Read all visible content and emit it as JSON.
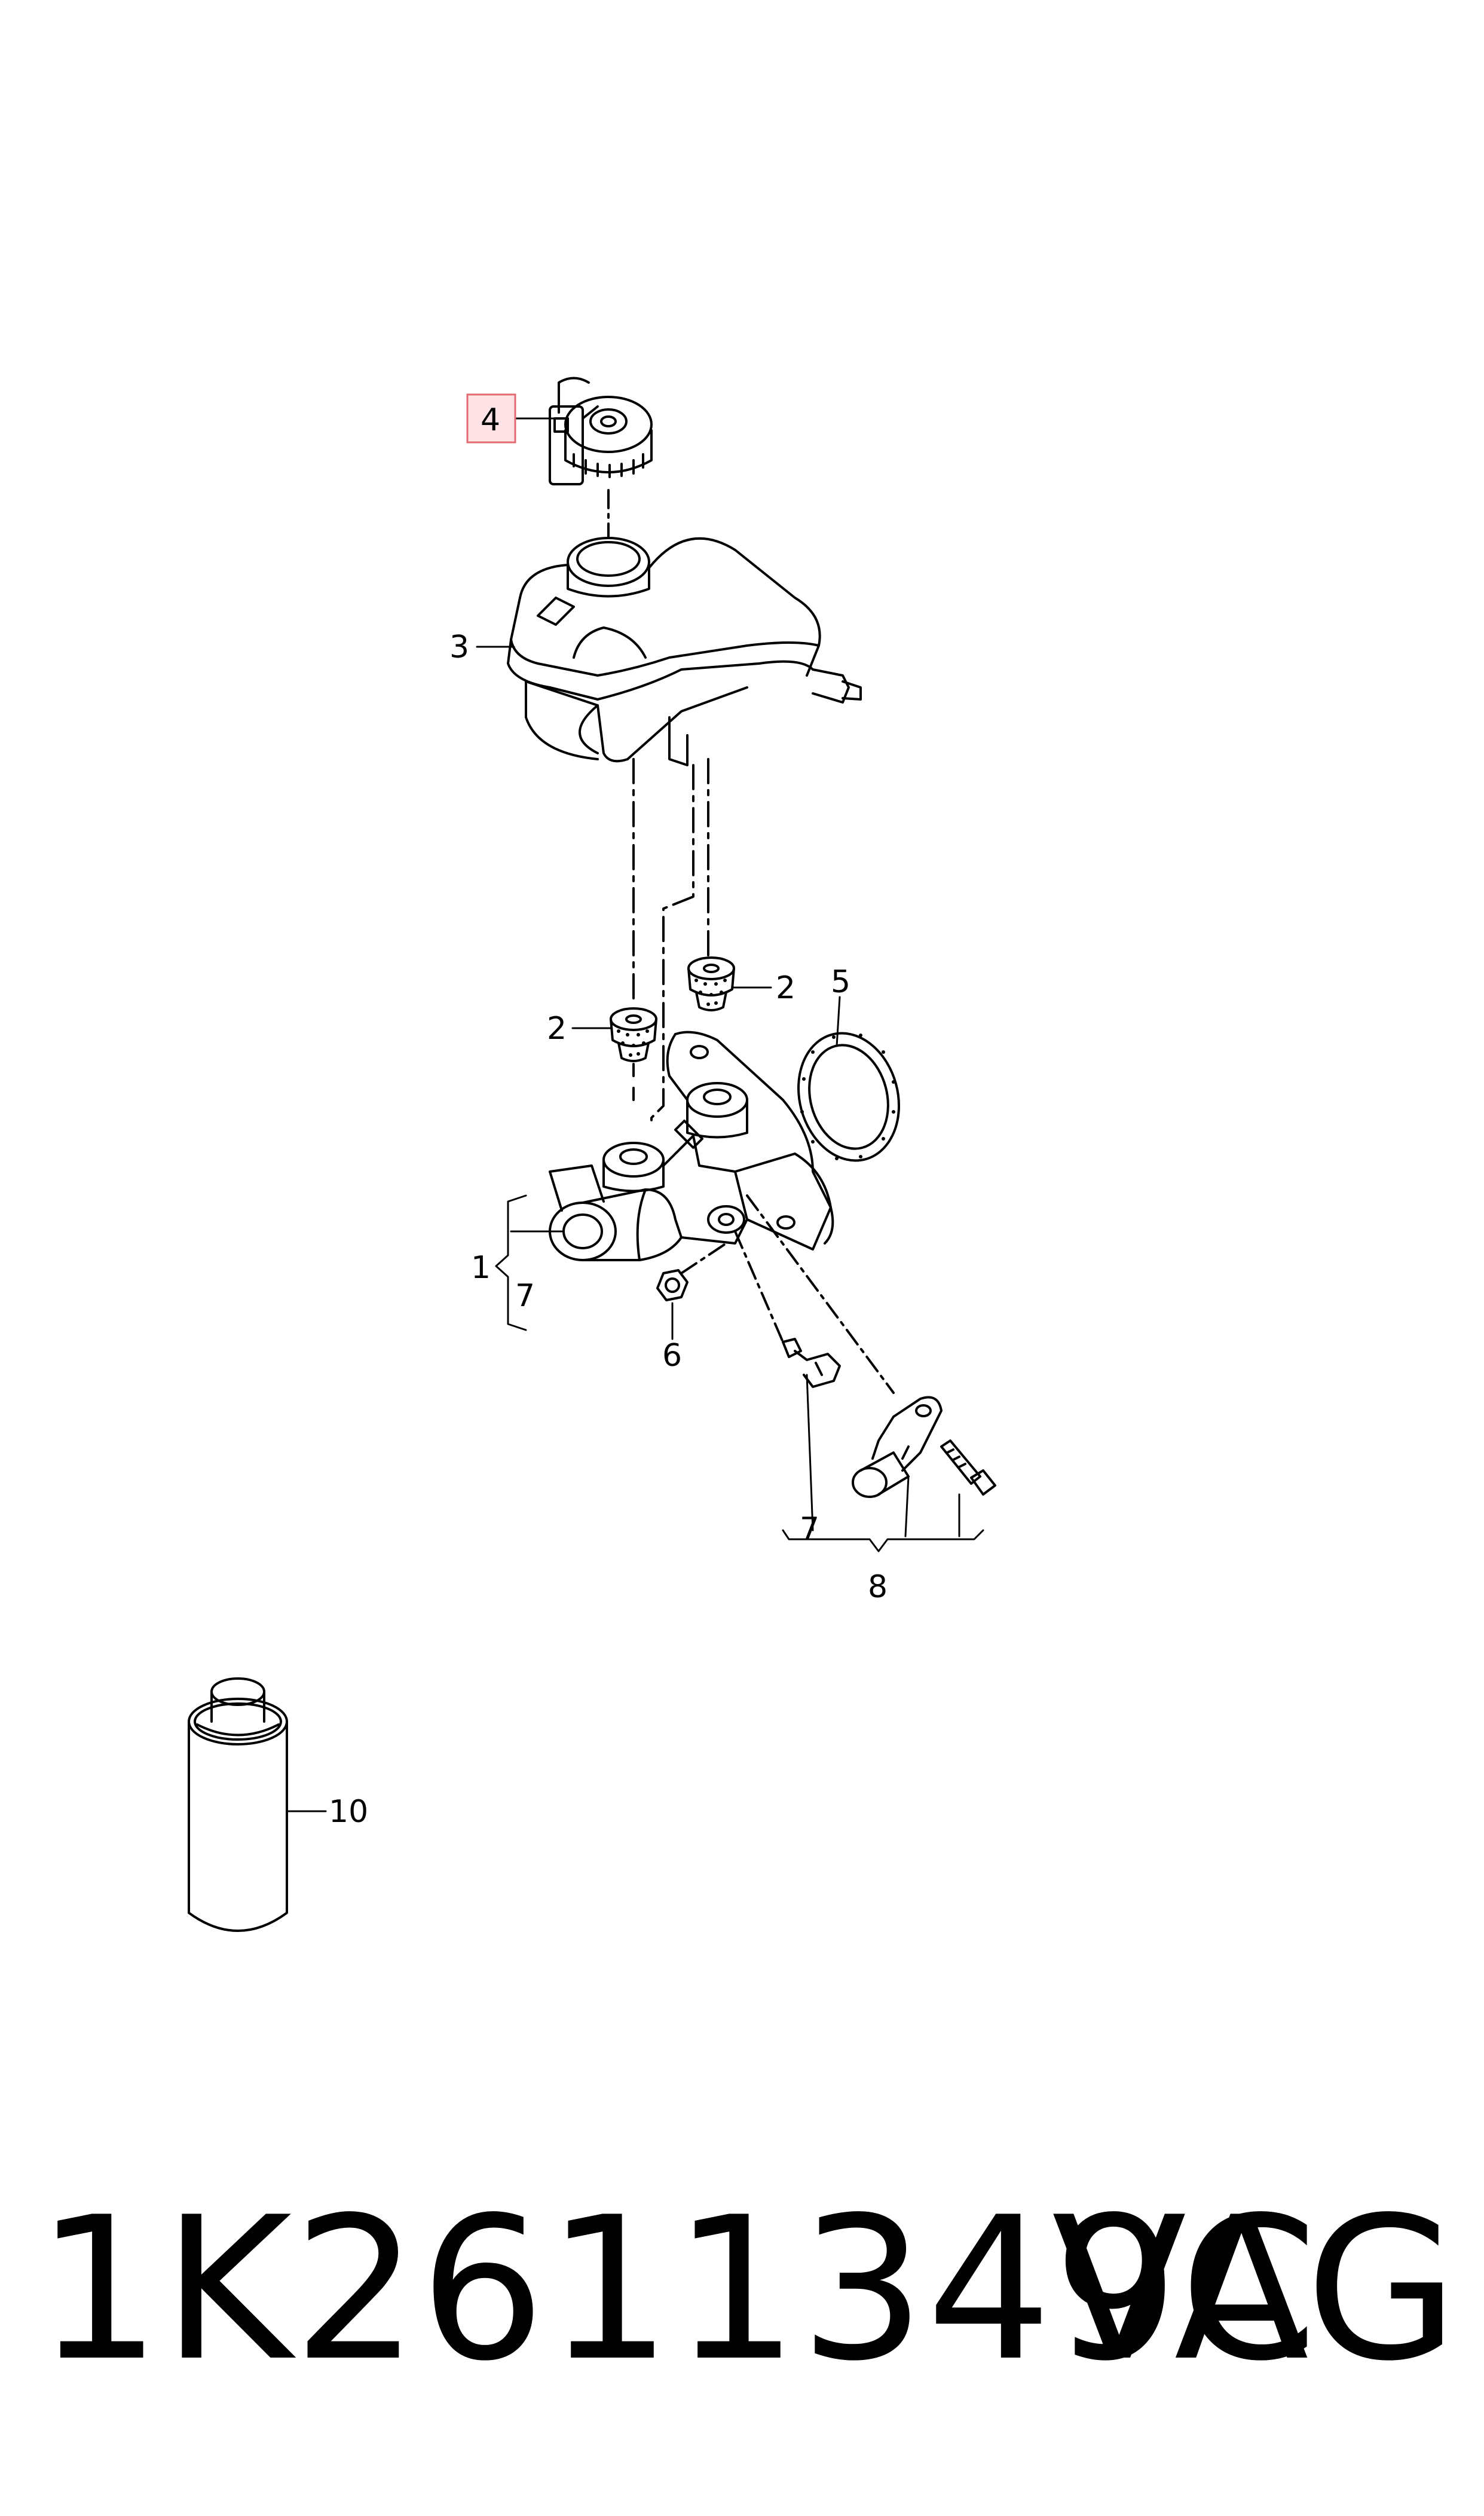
{
  "diagram": {
    "callouts": {
      "c1": "1",
      "c2a": "2",
      "c2b": "2",
      "c3": "3",
      "c4": "4",
      "c5": "5",
      "c6": "6",
      "c7a": "7",
      "c7b": "7",
      "c8": "8",
      "c10": "10"
    },
    "highlight_color": "#e36b73",
    "highlight_fill": "#fde3e5"
  },
  "footer": {
    "part_number": "1K2611349C",
    "brand": "VAG"
  }
}
